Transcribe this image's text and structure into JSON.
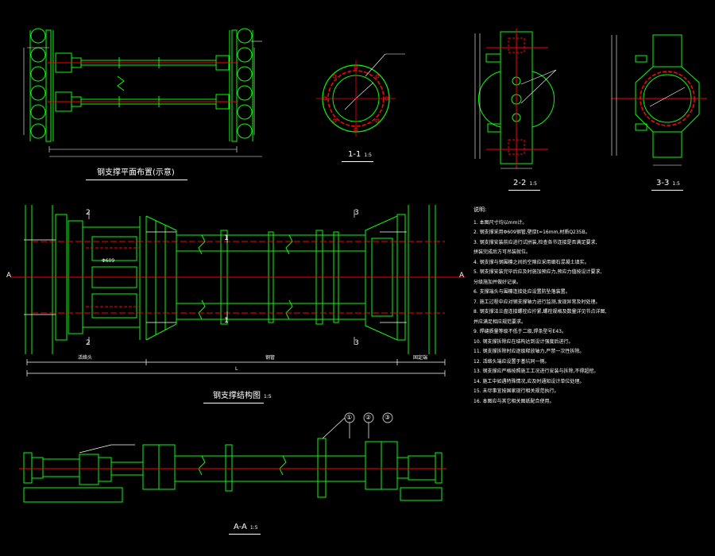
{
  "views": {
    "plan": {
      "title": "钢支撑平面布置(示意)",
      "scale": ""
    },
    "section_1": {
      "title": "1-1",
      "scale": "1:5"
    },
    "section_2": {
      "title": "2-2",
      "scale": "1:5"
    },
    "section_3": {
      "title": "3-3",
      "scale": "1:5"
    },
    "elevation": {
      "title": "钢支撑结构图",
      "scale": "1:5"
    },
    "section_aa": {
      "title": "A-A",
      "scale": "1:5"
    }
  },
  "markers": {
    "a_left": "A",
    "a_right": "A",
    "cut_1": "1",
    "cut_2": "2",
    "cut_3": "3",
    "callouts": [
      "①",
      "②",
      "③"
    ]
  },
  "dims": {
    "overall": "L",
    "segment_left": "活络头",
    "segment_mid": "钢管",
    "segment_right": "固定端",
    "pipe_dia": "Φ609"
  },
  "notes": {
    "heading": "说明:",
    "items": [
      "1. 本图尺寸均以mm计。",
      "2. 钢支撑采用Φ609钢管,壁厚t=16mm,材质Q235B。",
      "3. 钢支撑安装前应进行试拼装,检查各节连接是否满足要求,",
      "   拼装完成后方可吊装就位。",
      "4. 钢支撑与钢围檩之间的空隙应采用细石混凝土填实。",
      "5. 钢支撑安装完毕后应及时施加预应力,预应力值按设计要求,",
      "   分级施加并做好记录。",
      "6. 支撑端头与围檩连接处应设置防坠落装置。",
      "7. 施工过程中应对钢支撑轴力进行监测,发现异常及时处理。",
      "8. 钢支撑法兰盘连接螺栓应拧紧,螺栓规格及数量详见节点详图,",
      "   并应满足相应规范要求。",
      "9. 焊缝质量等级不低于二级,焊条型号E43。",
      "10. 钢支撑拆除应在结构达到设计强度后进行。",
      "11. 钢支撑拆除时应逐级释放轴力,严禁一次性拆除。",
      "12. 活络头端应设置于基坑同一侧。",
      "13. 钢支撑应严格按照施工工况进行安装与拆除,不得超挖。",
      "14. 施工中如遇特殊情况,应及时通知设计单位处理。",
      "15. 未尽事宜按国家现行相关规范执行。",
      "16. 本图应与其它相关图纸配合使用。"
    ]
  },
  "colors": {
    "structure": "#00ff00",
    "axis": "#ff0000",
    "dimension": "#ffffff",
    "background": "#000000"
  }
}
